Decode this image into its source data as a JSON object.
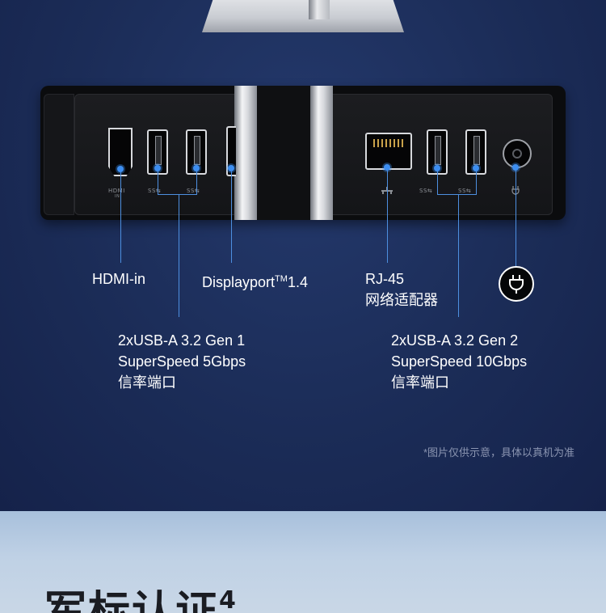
{
  "ports": {
    "hdmi": {
      "label": "HDMI-in",
      "legend_top": "HDMI",
      "legend_bottom": "IN"
    },
    "displayport": {
      "label": "Displayport",
      "trademark": "TM",
      "version": "1.4"
    },
    "usb_gen1": {
      "line1": "2xUSB-A 3.2 Gen 1",
      "line2": "SuperSpeed 5Gbps",
      "line3": "信率端口",
      "legend": "SS⇆"
    },
    "rj45": {
      "line1": "RJ-45",
      "line2": "网络适配器"
    },
    "usb_gen2": {
      "line1": "2xUSB-A 3.2 Gen 2",
      "line2": "SuperSpeed 10Gbps",
      "line3": "信率端口",
      "legend": "SS⇆"
    },
    "power": {
      "icon": "power-plug-icon"
    }
  },
  "disclaimer": "*图片仅供示意，具体以真机为准",
  "section": {
    "title": "军标认证",
    "superscript": "4"
  },
  "colors": {
    "accent_line": "#4d8fe0",
    "background": "#1b2c57"
  }
}
